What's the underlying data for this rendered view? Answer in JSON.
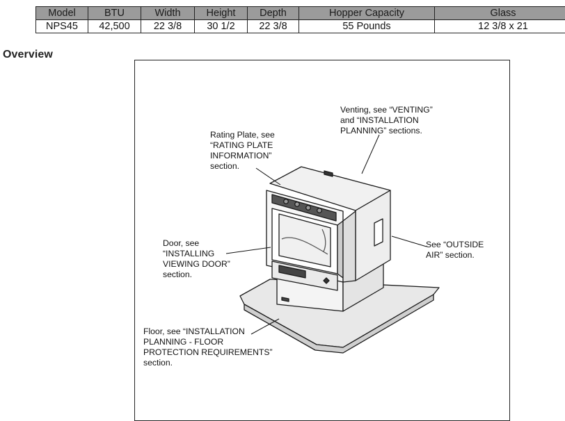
{
  "spec_table": {
    "headers": [
      "Model",
      "BTU",
      "Width",
      "Height",
      "Depth",
      "Hopper Capacity",
      "Glass"
    ],
    "row": [
      "NPS45",
      "42,500",
      "22 3/8",
      "30 1/2",
      "22 3/8",
      "55 Pounds",
      "12 3/8 x 21"
    ]
  },
  "section_heading": "Overview",
  "figure": {
    "callouts": {
      "venting": "Venting, see “VENTING”\nand “INSTALLATION\nPLANNING” sections.",
      "rating_plate": "Rating Plate, see\n“RATING PLATE\nINFORMATION”\nsection.",
      "door": "Door, see\n“INSTALLING\nVIEWING DOOR”\nsection.",
      "outside_air": "See “OUTSIDE\nAIR” section.",
      "floor": "Floor, see “INSTALLATION\nPLANNING - FLOOR\nPROTECTION REQUIREMENTS”\nsection."
    }
  }
}
